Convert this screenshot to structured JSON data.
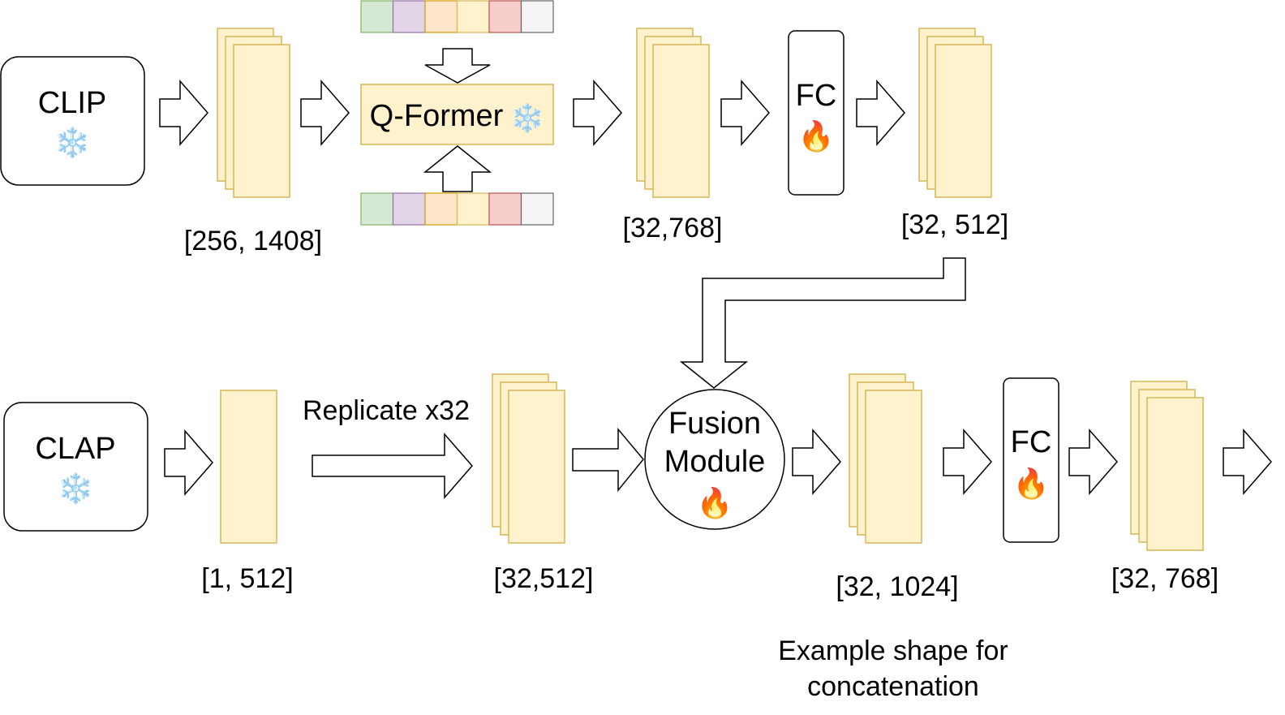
{
  "colors": {
    "feature_fill": "#fff2cc",
    "feature_stroke": "#d6b656",
    "box_stroke": "#000000",
    "token_colors": [
      "#d5e8d4",
      "#e1d5e7",
      "#ffe6cc",
      "#fff2cc",
      "#f8cecc",
      "#f5f5f5"
    ],
    "token_strokes": [
      "#82b366",
      "#9673a6",
      "#d79b00",
      "#d6b656",
      "#b85450",
      "#666666"
    ]
  },
  "icons": {
    "frozen": "snowflake-icon",
    "trainable": "fire-icon"
  },
  "glyphs": {
    "snowflake": "❄️",
    "fire": "🔥"
  },
  "encoders": {
    "clip": "CLIP",
    "clap": "CLAP"
  },
  "qformer": {
    "label": "Q-Former"
  },
  "fc": {
    "top": "FC",
    "bottom": "FC"
  },
  "fusion": {
    "line1": "Fusion",
    "line2": "Module"
  },
  "shapes": {
    "clip_out": "[256, 1408]",
    "qformer_out": "[32,768]",
    "fc_top_out": "[32, 512]",
    "clap_out": "[1, 512]",
    "replicated": "[32,512]",
    "fusion_out": "[32, 1024]",
    "fc_bottom_out": "[32, 768]"
  },
  "labels": {
    "replicate": "Replicate x32",
    "example_line1": "Example shape for",
    "example_line2": "concatenation"
  }
}
